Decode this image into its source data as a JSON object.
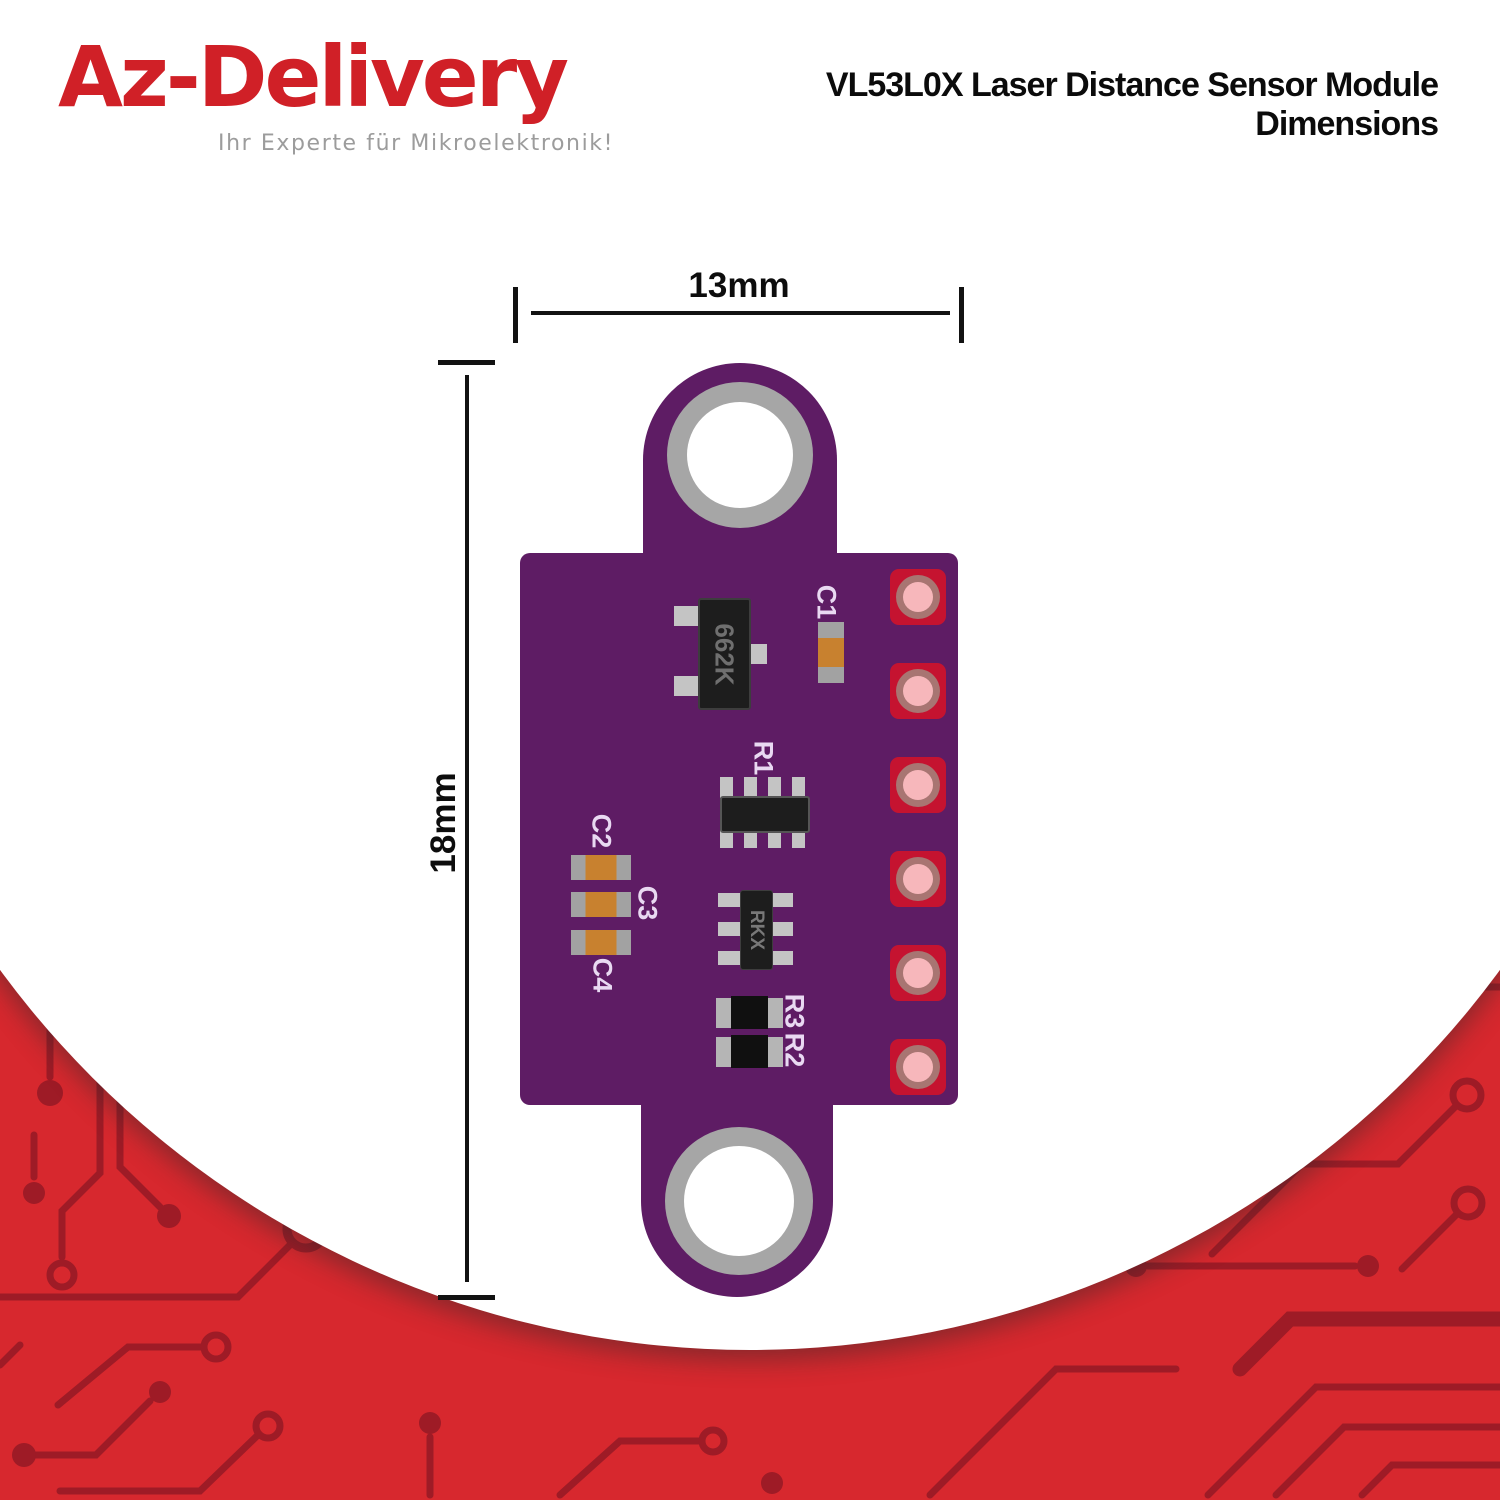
{
  "header": {
    "logo": {
      "brand": "Az-Delivery",
      "tagline": "Ihr Experte für Mikroelektronik!"
    },
    "title_line1": "VL53L0X Laser Distance Sensor Module",
    "title_line2": "Dimensions"
  },
  "dimensions": {
    "width": "13mm",
    "height": "18mm"
  },
  "pcb": {
    "silkscreen": {
      "c1": "C1",
      "r1": "R1",
      "c2": "C2",
      "c3": "C3",
      "c4": "C4",
      "r3": "R3",
      "r2": "R2"
    },
    "chip_markings": {
      "regulator": "662K",
      "ic": "RKX"
    },
    "pad_count": 6,
    "colors": {
      "board_purple": "#5e1c64",
      "pad_red": "#c51330",
      "pad_ring": "#a87572",
      "pad_center": "#f7b7bb",
      "capacitor_orange": "#c8812f"
    }
  },
  "background": {
    "accent_red": "#d7282e",
    "trace_red": "#9e1b26",
    "logo_red": "#d02027"
  }
}
